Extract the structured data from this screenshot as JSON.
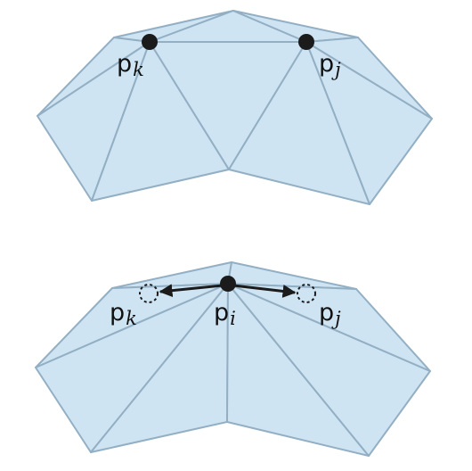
{
  "colors": {
    "face_fill": "#cfe4f3",
    "edge_stroke": "#93afc4",
    "vertex": "#1b1b1b",
    "arrow": "#1b1b1b"
  },
  "top_mesh": {
    "labels": [
      {
        "base": "p",
        "sub": "k"
      },
      {
        "base": "p",
        "sub": "j"
      }
    ]
  },
  "bottom_mesh": {
    "labels": [
      {
        "base": "p",
        "sub": "k"
      },
      {
        "base": "p",
        "sub": "i"
      },
      {
        "base": "p",
        "sub": "j"
      }
    ]
  }
}
